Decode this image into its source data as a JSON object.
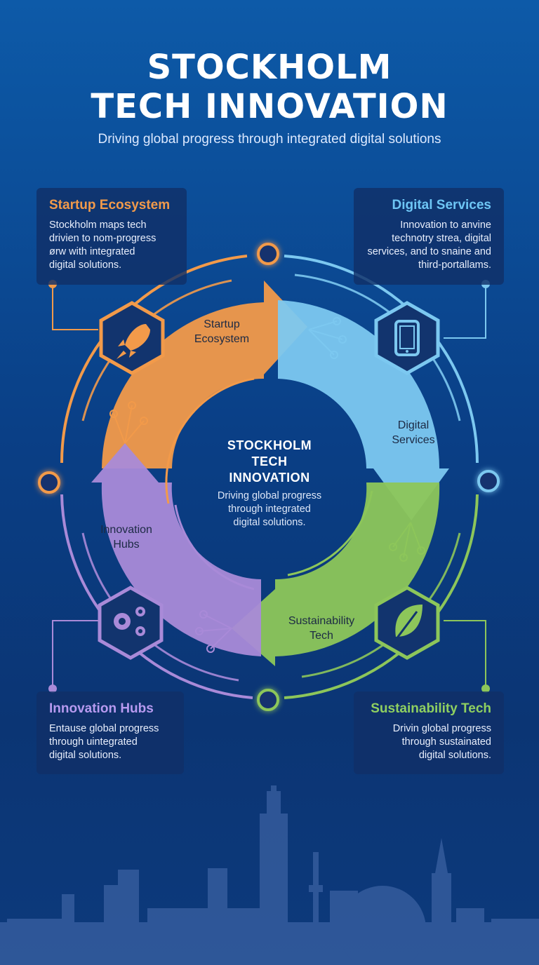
{
  "header": {
    "title_line1": "STOCKHOLM",
    "title_line2": "TECH INNOVATION",
    "subtitle": "Driving global progress through integrated digital solutions"
  },
  "center": {
    "title_line1": "STOCKHOLM",
    "title_line2": "TECH",
    "title_line3": "INNOVATION",
    "sub_line1": "Driving global progress",
    "sub_line2": "through integrated",
    "sub_line3": "digital solutions."
  },
  "segments": {
    "startup": {
      "line1": "Startup",
      "line2": "Ecosystem",
      "color": "#f29a4a",
      "icon": "rocket-icon"
    },
    "digital": {
      "line1": "Digital",
      "line2": "Services",
      "color": "#7cc8f0",
      "icon": "tablet-icon"
    },
    "sustain": {
      "line1": "Sustainability",
      "line2": "Tech",
      "color": "#8dc65a",
      "icon": "leaf-icon"
    },
    "hubs": {
      "line1": "Innovation",
      "line2": "Hubs",
      "color": "#a98ad8",
      "icon": "gears-icon"
    }
  },
  "cards": {
    "startup": {
      "title": "Startup Ecosystem",
      "line1": "Stockholm maps tech",
      "line2": "drivien to nom-progress",
      "line3": "ørw with integrated",
      "line4": "digital solutions.",
      "color": "#f29a4a"
    },
    "digital": {
      "title": "Digital Services",
      "line1": "Innovation to anvine",
      "line2": "technotry strea, digital",
      "line3": "services, and to snaine and",
      "line4": "third-portallams.",
      "color": "#6ec6f5"
    },
    "hubs": {
      "title": "Innovation Hubs",
      "line1": "Entause global progress",
      "line2": "through uintegrated",
      "line3": "digital solutions.",
      "color": "#b79af0"
    },
    "sustain": {
      "title": "Sustainability Tech",
      "line1": "Drivin global progress",
      "line2": "through sustainated",
      "line3": "digital solutions.",
      "color": "#8fd060"
    }
  }
}
